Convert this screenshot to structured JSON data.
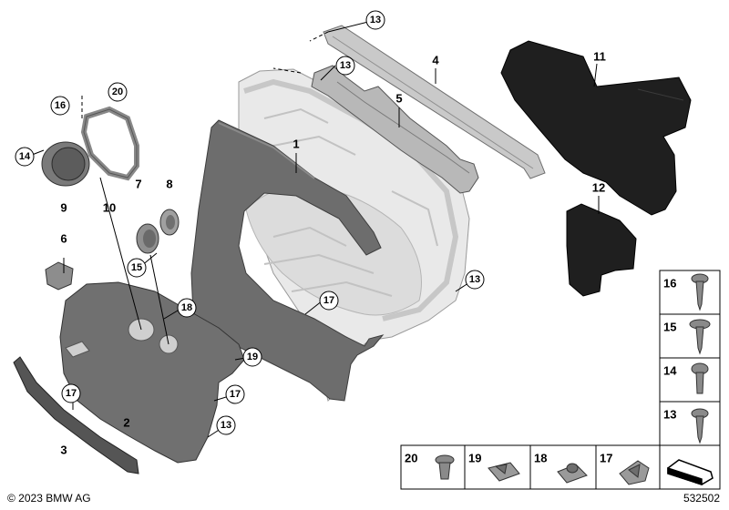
{
  "diagram": {
    "copyright": "© 2023 BMW AG",
    "image_id": "532502",
    "callouts": {
      "c13a": "13",
      "c13b": "13",
      "c13c": "13",
      "c13d": "13",
      "c14": "14",
      "c15": "15",
      "c16": "16",
      "c17a": "17",
      "c17b": "17",
      "c17c": "17",
      "c18": "18",
      "c19": "19",
      "c20": "20"
    },
    "labels": {
      "l1": "1",
      "l2": "2",
      "l3": "3",
      "l4": "4",
      "l5": "5",
      "l6": "6",
      "l7": "7",
      "l8": "8",
      "l9": "9",
      "l10": "10",
      "l11": "11",
      "l12": "12"
    },
    "fastener_legend": {
      "right_column": [
        "16",
        "15",
        "14",
        "13"
      ],
      "bottom_row": [
        "20",
        "19",
        "18",
        "17"
      ]
    }
  }
}
